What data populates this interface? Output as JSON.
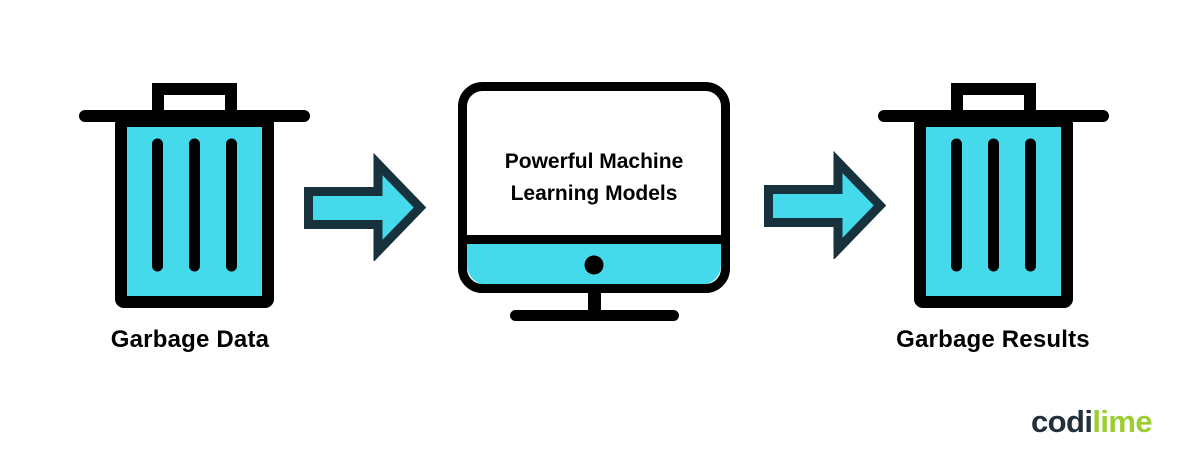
{
  "diagram": {
    "garbage_data_label": "Garbage Data",
    "garbage_results_label": "Garbage Results",
    "monitor": {
      "line1": "Powerful Machine",
      "line2": "Learning Models"
    },
    "flow": [
      "Garbage Data",
      "Powerful Machine Learning Models",
      "Garbage Results"
    ]
  },
  "logo": {
    "prefix": "codi",
    "suffix": "lime"
  },
  "colors": {
    "fill_cyan": "#45D9EC",
    "outline_black": "#000000",
    "arrow_outline": "#17313D",
    "logo_navy": "#22303E",
    "logo_lime": "#9CCD31",
    "background": "#FFFFFF"
  }
}
